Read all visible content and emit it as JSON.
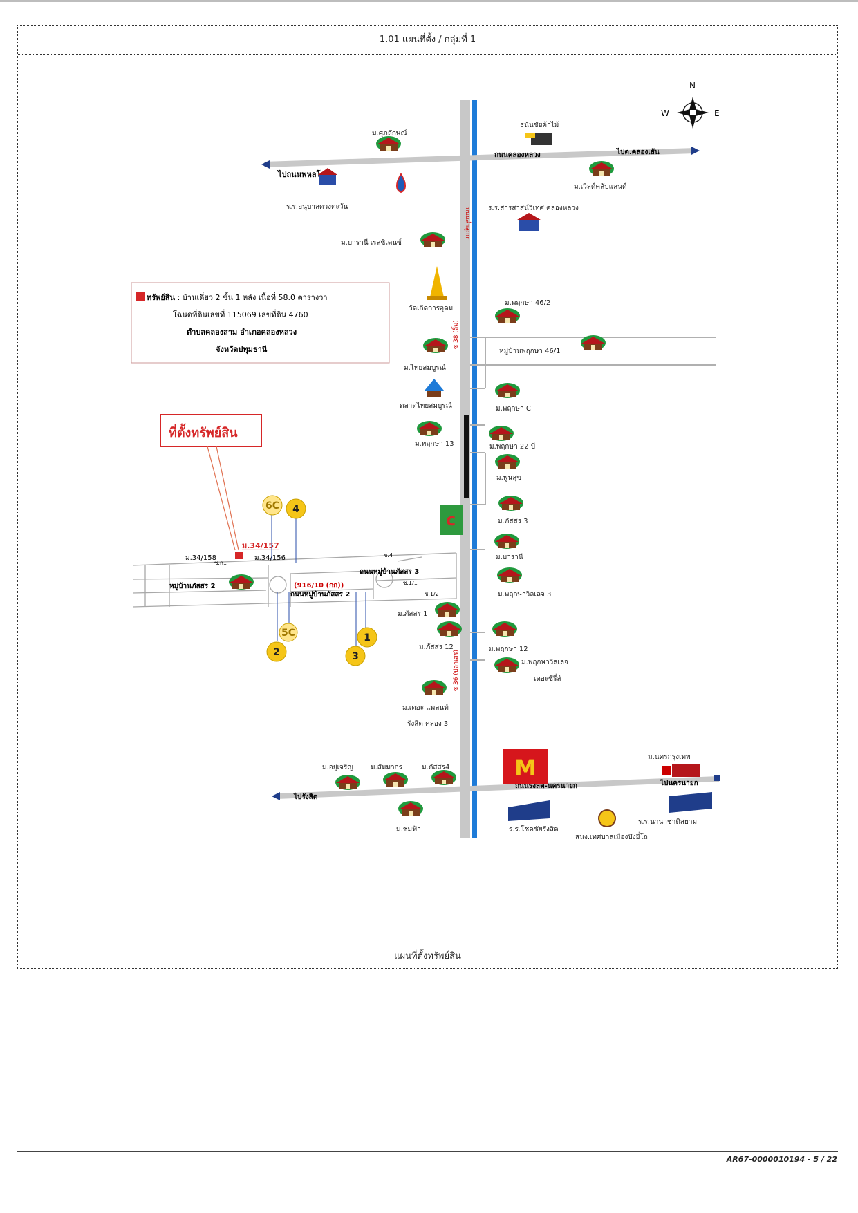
{
  "header": {
    "title": "1.01 แผนที่ตั้ง / กลุ่มที่ 1"
  },
  "footer": {
    "caption": "แผนที่ตั้งทรัพย์สิน",
    "doc_id": "AR67-0000010194 - 5 / 22"
  },
  "map": {
    "compass": {
      "n": "N",
      "w": "W",
      "e": "E"
    },
    "info_box": {
      "line1_bold": "ทรัพย์สิน",
      "line1": " : บ้านเดี่ยว 2 ชั้น 1 หลัง เนื้อที่ 58.0 ตารางวา",
      "line2": "โฉนดที่ดินเลขที่  115069 เลขที่ดิน 4760",
      "line3": "ตำบลคลองสาม  อำเภอคลองหลวง",
      "line4": "จังหวัดปทุมธานี"
    },
    "callout": "ที่ตั้งทรัพย์สิน",
    "roads": {
      "north_left": "ไปถนนพหลโยธิน",
      "north_mid": "ถนนคลองหลวง",
      "north_right": "ไปต.คลองเส้น",
      "south_left": "ไปรังสิต",
      "south_mid": "ถนนรังสิต-นครนายก",
      "south_right": "ไปนครนายก",
      "vertical_upper": "ถนนลำลูกกา",
      "soi_38": "ซ.38 (ลิ้ม)",
      "soi_36": "ซ.36 (ปลาเสร)",
      "village_road": "ถนนหมู่บ้านภัสสร 3",
      "soi_road_name": "ถนนหมู่บ้านภัสสร 2",
      "soi_code": "(916/10 (กก))"
    },
    "labels": {
      "m_kulalak": "ม.ศุภลักษณ์",
      "thanachai": "ธนันชัยค้าไม้",
      "m_world_club": "ม.เวิลด์คลับแลนด์",
      "school_anuban": "ร.ร.อนุบาลดวงตะวัน",
      "school_sarasas": "ร.ร.สารสาสน์วิเทศ คลองหลวง",
      "m_baranee": "ม.บารานี เรสซิเดนซ์",
      "wat": "วัดเกิดการอุดม",
      "m_pruksa_46_2": "ม.พฤกษา 46/2",
      "m_thai_somboon": "ม.ไทยสมบูรณ์",
      "mb_pruksa_46_1": "หมู่บ้านพฤกษา 46/1",
      "market": "ตลาดไทยสมบูรณ์",
      "m_pruksa_c": "ม.พฤกษา C",
      "m_pruksa_13": "ม.พฤกษา 13",
      "m_pruksa_22": "ม.พฤกษา 22 บี",
      "m_poonsuk": "ม.พูนสุข",
      "m_passorn_3": "ม.ภัสสร 3",
      "m_baranee2": "ม.บารานี",
      "m_pruksaville_3": "ม.พฤกษาวิลเลจ 3",
      "m_passorn_1": "ม.ภัสสร 1",
      "m_passorn_12": "ม.ภัสสร 12",
      "m_pruksa_12": "ม.พฤกษา 12",
      "m_pruksaville": "ม.พฤกษาวิลเลจ",
      "the_series": "เดอะซีรี่ส์",
      "m_the_plant": "ม.เดอะ แพลนท์",
      "rangsit_k3": "รังสิต คลอง 3",
      "m_yoocharoen": "ม.อยู่เจริญ",
      "m_sommarn": "ม.สัมมากร",
      "m_passorn4": "ม.ภัสสร4",
      "m_nakhon_krungthep": "ม.นครกรุงเทพ",
      "m_chomfah": "ม.ชมฟ้า",
      "school_chokchai": "ร.ร.โชคชัยรังสิต",
      "school_nana": "ร.ร.นานาชาติสยาม",
      "stadium": "สนง.เทศบาลเมืองบึงยี่โถ",
      "mb_passorn_2": "หมู่บ้านภัสสร 2",
      "lot_34_157": "ม.34/157",
      "lot_34_158": "ม.34/158",
      "lot_34_156": "ม.34/156",
      "soi_4": "ซ.4",
      "soi_1_1": "ซ.1/1",
      "soi_1_2": "ซ.1/2",
      "soi_g1": "ซ.ก1"
    },
    "markers": [
      "1",
      "2",
      "3",
      "4",
      "5C",
      "6C"
    ],
    "colors": {
      "red": "#d62728",
      "blue": "#1e7bd8",
      "gold": "#f5c518",
      "road": "#c8c8c8"
    }
  }
}
